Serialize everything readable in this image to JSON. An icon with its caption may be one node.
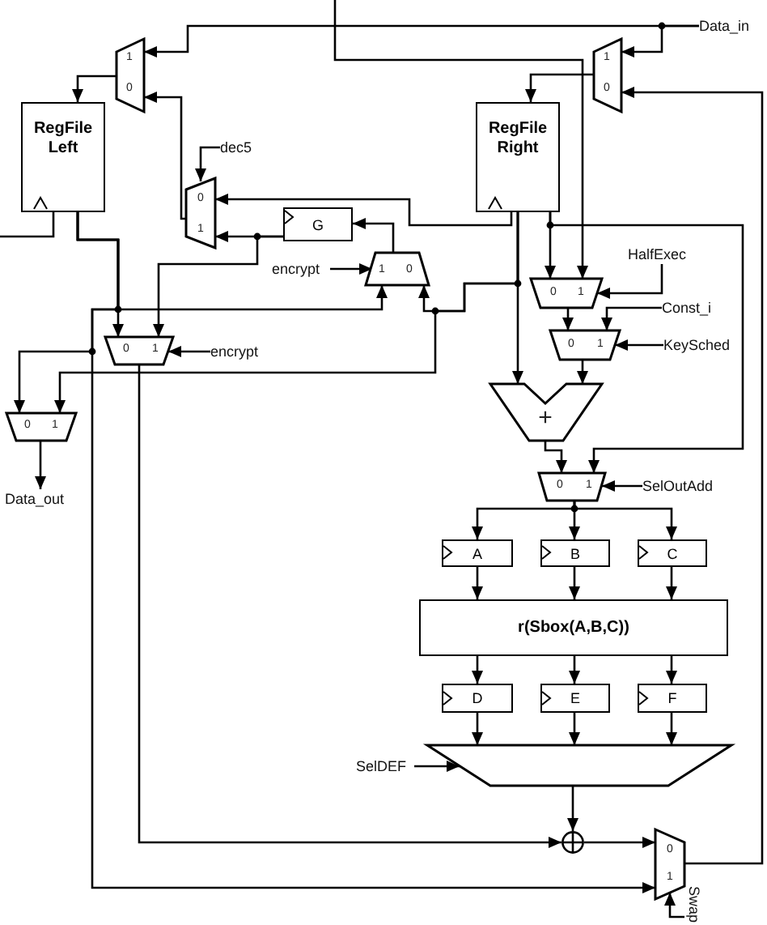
{
  "diagram": {
    "nodes": [
      {
        "text": [
          "1",
          "0"
        ]
      },
      {
        "text": [
          "RegFile Left"
        ]
      },
      {
        "text": [
          "dec5"
        ]
      },
      {
        "text": [
          "0",
          "1"
        ]
      },
      {
        "text": [
          "G"
        ]
      },
      {
        "text": [
          "encrypt"
        ]
      },
      {
        "text": [
          "1",
          "0"
        ]
      },
      {
        "text": [
          "0",
          "1"
        ]
      },
      {
        "text": [
          "encrypt"
        ]
      },
      {
        "text": [
          "0",
          "1"
        ]
      },
      {
        "text": [
          "Data_out"
        ]
      },
      {
        "text": [
          "Data_in"
        ]
      },
      {
        "text": [
          "1",
          "0"
        ]
      },
      {
        "text": [
          "RegFile Right"
        ]
      },
      {
        "text": [
          "HalfExec"
        ]
      },
      {
        "text": [
          "0",
          "1"
        ]
      },
      {
        "text": [
          "Const_i"
        ]
      },
      {
        "text": [
          "0",
          "1"
        ]
      },
      {
        "text": [
          "KeySched"
        ]
      },
      {
        "text": [
          "+"
        ]
      },
      {
        "text": [
          "0",
          "1"
        ]
      },
      {
        "text": [
          "SelOutAdd"
        ]
      },
      {
        "text": [
          "A"
        ]
      },
      {
        "text": [
          "B"
        ]
      },
      {
        "text": [
          "C"
        ]
      },
      {
        "text": [
          "r(Sbox(A,B,C))"
        ]
      },
      {
        "text": [
          "D"
        ]
      },
      {
        "text": [
          "E"
        ]
      },
      {
        "text": [
          "F"
        ]
      },
      {
        "text": [
          "SelDEF"
        ]
      },
      {
        "text": [],
        "shape": "trapezoid"
      },
      {
        "text": [],
        "shape": "circle"
      },
      {
        "text": [
          "0",
          "1"
        ]
      },
      {
        "text": [
          "Swap"
        ]
      }
    ],
    "edges": [
      {
        "from": 11,
        "to": 0,
        "arrow": "to"
      },
      {
        "from": 11,
        "to": 12,
        "arrow": "to"
      },
      {
        "from": 0,
        "to": 1,
        "arrow": "to"
      },
      {
        "from": 3,
        "to": 0,
        "arrow": "to"
      },
      {
        "from": 2,
        "to": 3,
        "arrow": "to"
      },
      {
        "from": 13,
        "to": 3,
        "arrow": "to"
      },
      {
        "from": 4,
        "to": 3,
        "arrow": "to"
      },
      {
        "from": 6,
        "to": 4,
        "arrow": "to"
      },
      {
        "from": 5,
        "to": 6,
        "arrow": "to"
      },
      {
        "from": 4,
        "to": 7,
        "arrow": "to"
      },
      {
        "from": 1,
        "to": 7,
        "arrow": "to"
      },
      {
        "from": 1,
        "to": 6,
        "arrow": "to"
      },
      {
        "from": 1,
        "to": 9,
        "arrow": "to"
      },
      {
        "from": 1,
        "to": 32,
        "arrow": "to"
      },
      {
        "from": 13,
        "to": 6,
        "arrow": "to"
      },
      {
        "from": 13,
        "to": 9,
        "arrow": "to"
      },
      {
        "from": 8,
        "to": 7,
        "arrow": "to"
      },
      {
        "from": 9,
        "to": 10,
        "arrow": "to"
      },
      {
        "from": 7,
        "to": 31,
        "arrow": "to"
      },
      {
        "from": 12,
        "to": 13,
        "arrow": "to"
      },
      {
        "from": 32,
        "to": 12,
        "arrow": "to"
      },
      {
        "from": null,
        "to": 15,
        "arrow": "to"
      },
      {
        "from": 13,
        "to": 15,
        "arrow": "to"
      },
      {
        "from": 13,
        "to": 20,
        "arrow": "to"
      },
      {
        "from": 14,
        "to": 15,
        "arrow": "to"
      },
      {
        "from": 15,
        "to": 17,
        "arrow": "to"
      },
      {
        "from": 16,
        "to": 17,
        "arrow": "to"
      },
      {
        "from": 18,
        "to": 17,
        "arrow": "to"
      },
      {
        "from": 17,
        "to": 19,
        "arrow": "to"
      },
      {
        "from": 13,
        "to": 19,
        "arrow": "to"
      },
      {
        "from": 19,
        "to": 20,
        "arrow": "to"
      },
      {
        "from": 21,
        "to": 20,
        "arrow": "to"
      },
      {
        "from": 20,
        "to": 22,
        "arrow": "to"
      },
      {
        "from": 20,
        "to": 23,
        "arrow": "to"
      },
      {
        "from": 20,
        "to": 24,
        "arrow": "to"
      },
      {
        "from": 22,
        "to": 25,
        "arrow": "to"
      },
      {
        "from": 23,
        "to": 25,
        "arrow": "to"
      },
      {
        "from": 24,
        "to": 25,
        "arrow": "to"
      },
      {
        "from": 25,
        "to": 26,
        "arrow": "to"
      },
      {
        "from": 25,
        "to": 27,
        "arrow": "to"
      },
      {
        "from": 25,
        "to": 28,
        "arrow": "to"
      },
      {
        "from": 26,
        "to": 30,
        "arrow": "to"
      },
      {
        "from": 27,
        "to": 30,
        "arrow": "to"
      },
      {
        "from": 28,
        "to": 30,
        "arrow": "to"
      },
      {
        "from": 29,
        "to": 30,
        "arrow": "to"
      },
      {
        "from": 30,
        "to": 31,
        "arrow": "to"
      },
      {
        "from": 31,
        "to": 32,
        "arrow": "to"
      },
      {
        "from": 33,
        "to": 32,
        "arrow": "to"
      },
      {
        "from": 1,
        "to": null,
        "arrow": "none"
      }
    ]
  }
}
